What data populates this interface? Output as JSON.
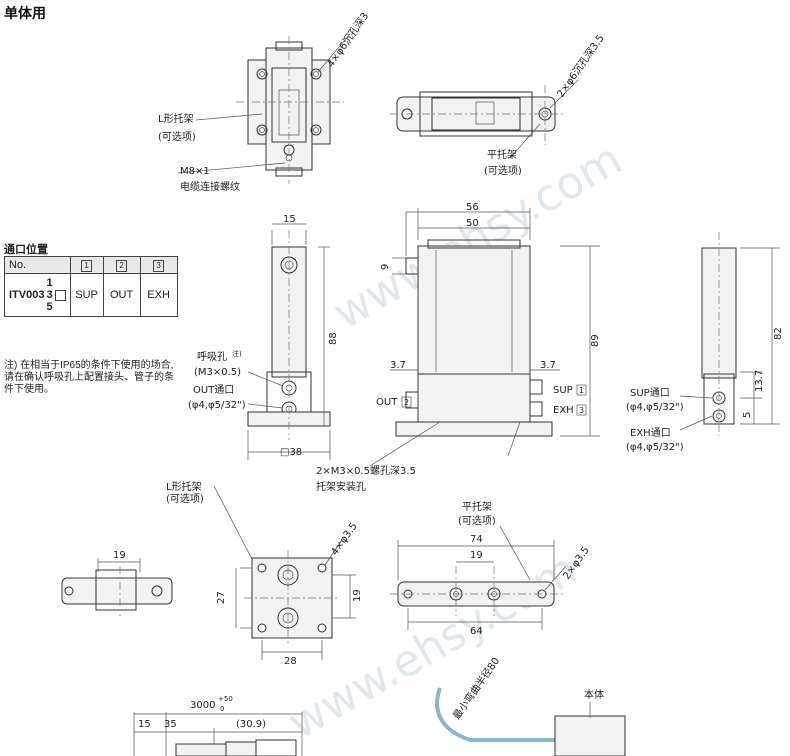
{
  "title": "单体用",
  "watermark": "www.ehsy.com",
  "top_front_view": {
    "hole_callout": "4×φ6沉孔深3",
    "bracket_label": "L形托架",
    "bracket_optional": "(可选项)",
    "thread_label": "M8×1",
    "thread_desc": "电缆连接螺纹"
  },
  "top_right_view": {
    "hole_callout": "2×φ6沉孔深3.5",
    "bracket_label": "平托架",
    "bracket_optional": "(可选项)"
  },
  "port_table": {
    "title": "通口位置",
    "headers": [
      "No.",
      "1",
      "2",
      "3"
    ],
    "model": "ITV003",
    "model_suffix": [
      "1",
      "3",
      "5"
    ],
    "values": [
      "SUP",
      "OUT",
      "EXH"
    ]
  },
  "note": "注) 在相当于IP65的条件下使用的场合, 请在确认呼吸孔上配置接头、管子的条件下使用。",
  "side_view": {
    "width": "15",
    "height": "88",
    "breath_hole": "呼吸孔",
    "breath_note": "注)",
    "breath_thread": "(M3×0.5)",
    "out_port": "OUT通口",
    "out_size": "(φ4,φ5/32\")",
    "base": "□38"
  },
  "front_view": {
    "overall_width": "56",
    "body_width": "50",
    "offset": "9",
    "height": "89",
    "left_margin": "3.7",
    "right_margin": "3.7",
    "sup": "SUP",
    "sup_no": "1",
    "out": "OUT",
    "out_no": "2",
    "exh": "EXH",
    "exh_no": "3",
    "mount_holes": "2×M3×0.5螺孔深3.5",
    "mount_desc": "托架安装孔"
  },
  "right_view": {
    "height": "82",
    "dim1": "13.7",
    "dim2": "5",
    "sup_port": "SUP通口",
    "sup_size": "(φ4,φ5/32\")",
    "exh_port": "EXH通口",
    "exh_size": "(φ4,φ5/32\")"
  },
  "l_bracket": {
    "label": "L形托架",
    "optional": "(可选项)",
    "holes": "4×φ3.5",
    "dim_w": "28",
    "dim_h": "27",
    "dim_h2": "19",
    "side_dim": "19"
  },
  "flat_bracket": {
    "label": "平托架",
    "optional": "(可选项)",
    "holes": "2×φ3.5",
    "overall": "74",
    "pitch": "19",
    "bottom": "64"
  },
  "cable": {
    "length": "3000",
    "tol_upper": "+50",
    "tol_lower": "0",
    "d1": "15",
    "d2": "35",
    "d3": "(30.9)",
    "bend": "最小弯曲半径80",
    "body": "本体"
  }
}
